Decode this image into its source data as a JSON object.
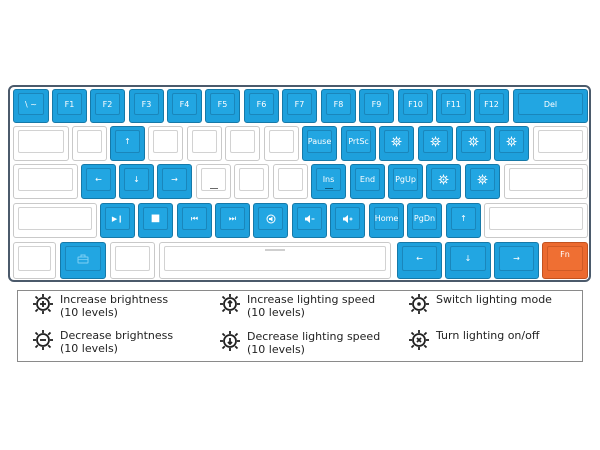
{
  "colors": {
    "fn_key": "#1ea0dc",
    "fn_toggle": "#ec6a2f",
    "plain_key": "#ffffff",
    "frame": "#4b5a6b"
  },
  "keyboard": {
    "row1": {
      "tilde": "\\ ~",
      "f1": "F1",
      "f2": "F2",
      "f3": "F3",
      "f4": "F4",
      "f5": "F5",
      "f6": "F6",
      "f7": "F7",
      "f8": "F8",
      "f9": "F9",
      "f10": "F10",
      "f11": "F11",
      "f12": "F12",
      "del": "Del"
    },
    "row2": {
      "up": "↑",
      "pause": "Pause",
      "prtsc": "PrtSc",
      "bright_up": "brightness-up-icon",
      "bright_down": "brightness-down-icon",
      "speed_up": "speed-up-icon",
      "speed_down": "speed-down-icon"
    },
    "row3": {
      "left": "←",
      "down": "↓",
      "right": "→",
      "ins": "Ins",
      "end": "End",
      "pgup": "PgUp",
      "mode": "lighting-mode-icon",
      "toggle": "lighting-toggle-icon"
    },
    "row4": {
      "play_pause": "▶❙",
      "stop": "■",
      "prev": "⏮",
      "next": "⏭",
      "mute": "mute-icon",
      "vol_down": "volume-down-icon",
      "vol_up": "volume-up-icon",
      "home": "Home",
      "pgdn": "PgDn",
      "up": "↑"
    },
    "row5": {
      "win_lock": "lock-icon",
      "left": "←",
      "down": "↓",
      "right": "→",
      "fn": "Fn"
    }
  },
  "legend": {
    "items": [
      {
        "icon": "brightness-plus-icon",
        "line1": "Increase brightness",
        "line2": "(10 levels)"
      },
      {
        "icon": "brightness-minus-icon",
        "line1": "Decrease brightness",
        "line2": "(10 levels)"
      },
      {
        "icon": "speed-up-icon",
        "line1": "Increase lighting speed",
        "line2": "(10 levels)"
      },
      {
        "icon": "speed-down-icon",
        "line1": "Decrease lighting speed",
        "line2": "(10 levels)"
      },
      {
        "icon": "mode-icon",
        "line1": "Switch lighting mode",
        "line2": ""
      },
      {
        "icon": "toggle-icon",
        "line1": "Turn lighting on/off",
        "line2": ""
      }
    ]
  }
}
